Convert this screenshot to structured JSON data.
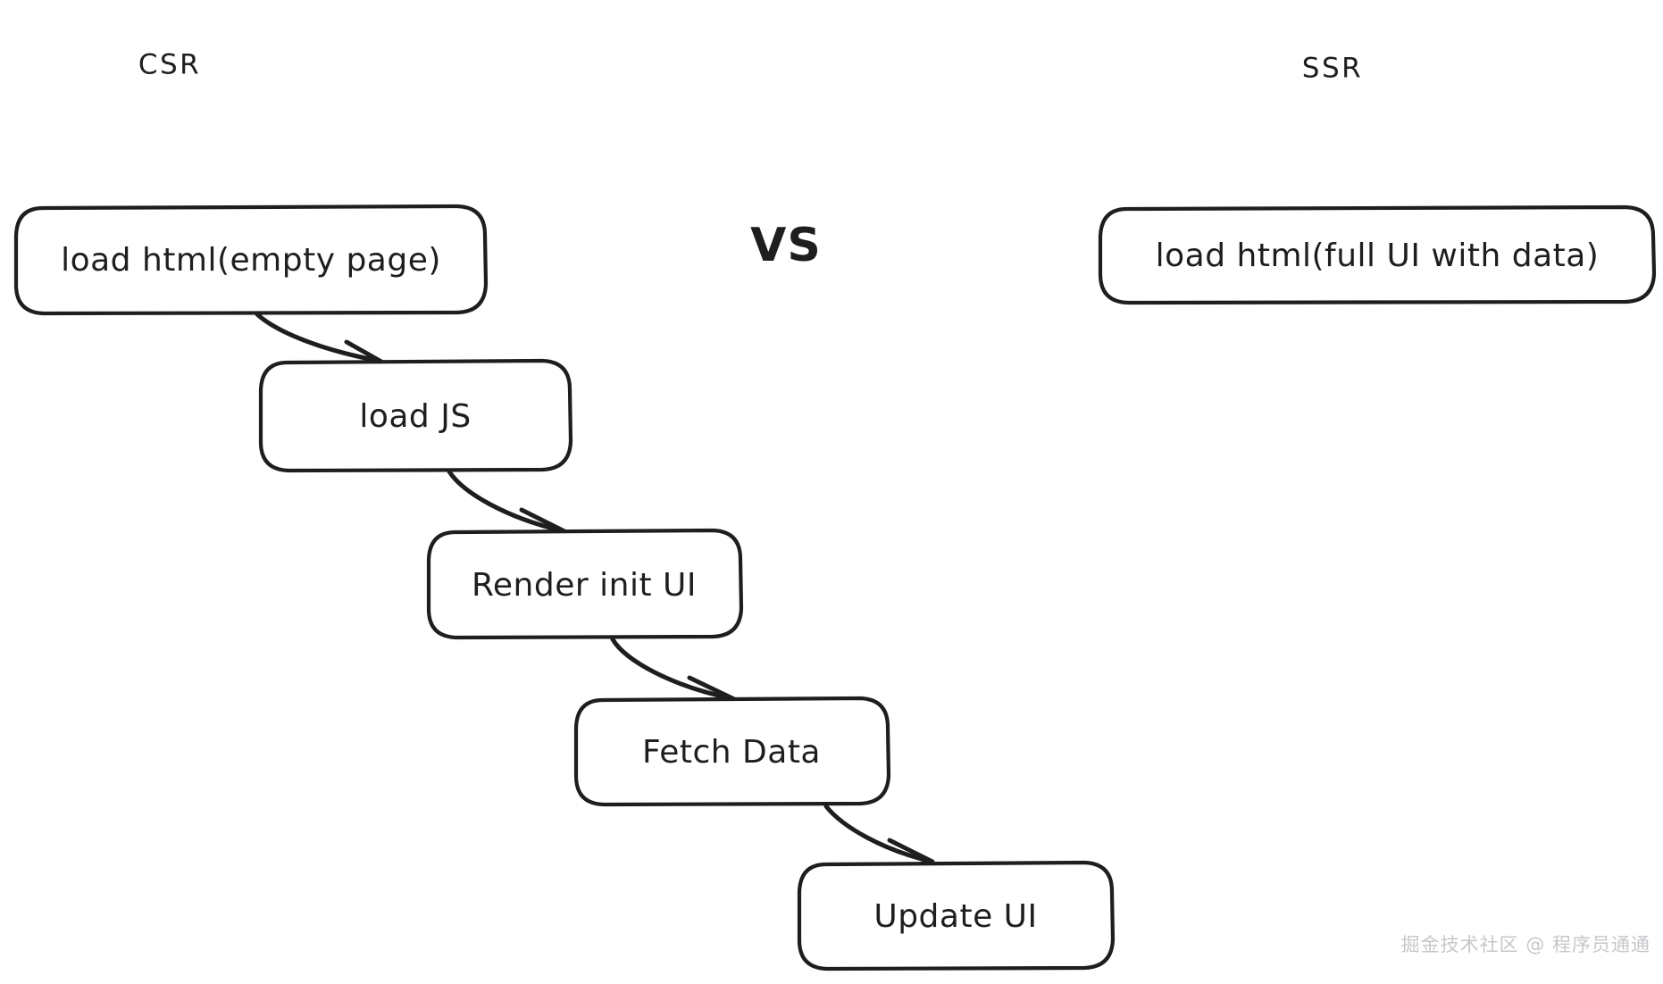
{
  "diagram": {
    "title_left": "CSR",
    "title_right": "SSR",
    "separator": "VS",
    "csr_nodes": [
      {
        "id": "load-html-empty",
        "label": "load html(empty page)"
      },
      {
        "id": "load-js",
        "label": "load JS"
      },
      {
        "id": "render-init-ui",
        "label": "Render init UI"
      },
      {
        "id": "fetch-data",
        "label": "Fetch Data"
      },
      {
        "id": "update-ui",
        "label": "Update UI"
      }
    ],
    "ssr_nodes": [
      {
        "id": "load-html-full",
        "label": "load html(full UI with data)"
      }
    ],
    "colors": {
      "stroke": "#1e1e1e",
      "fill": "#ffffff",
      "background": "#ffffff",
      "watermark": "#c7c7cb"
    }
  },
  "watermark": {
    "text": "掘金技术社区 @ 程序员通通"
  }
}
